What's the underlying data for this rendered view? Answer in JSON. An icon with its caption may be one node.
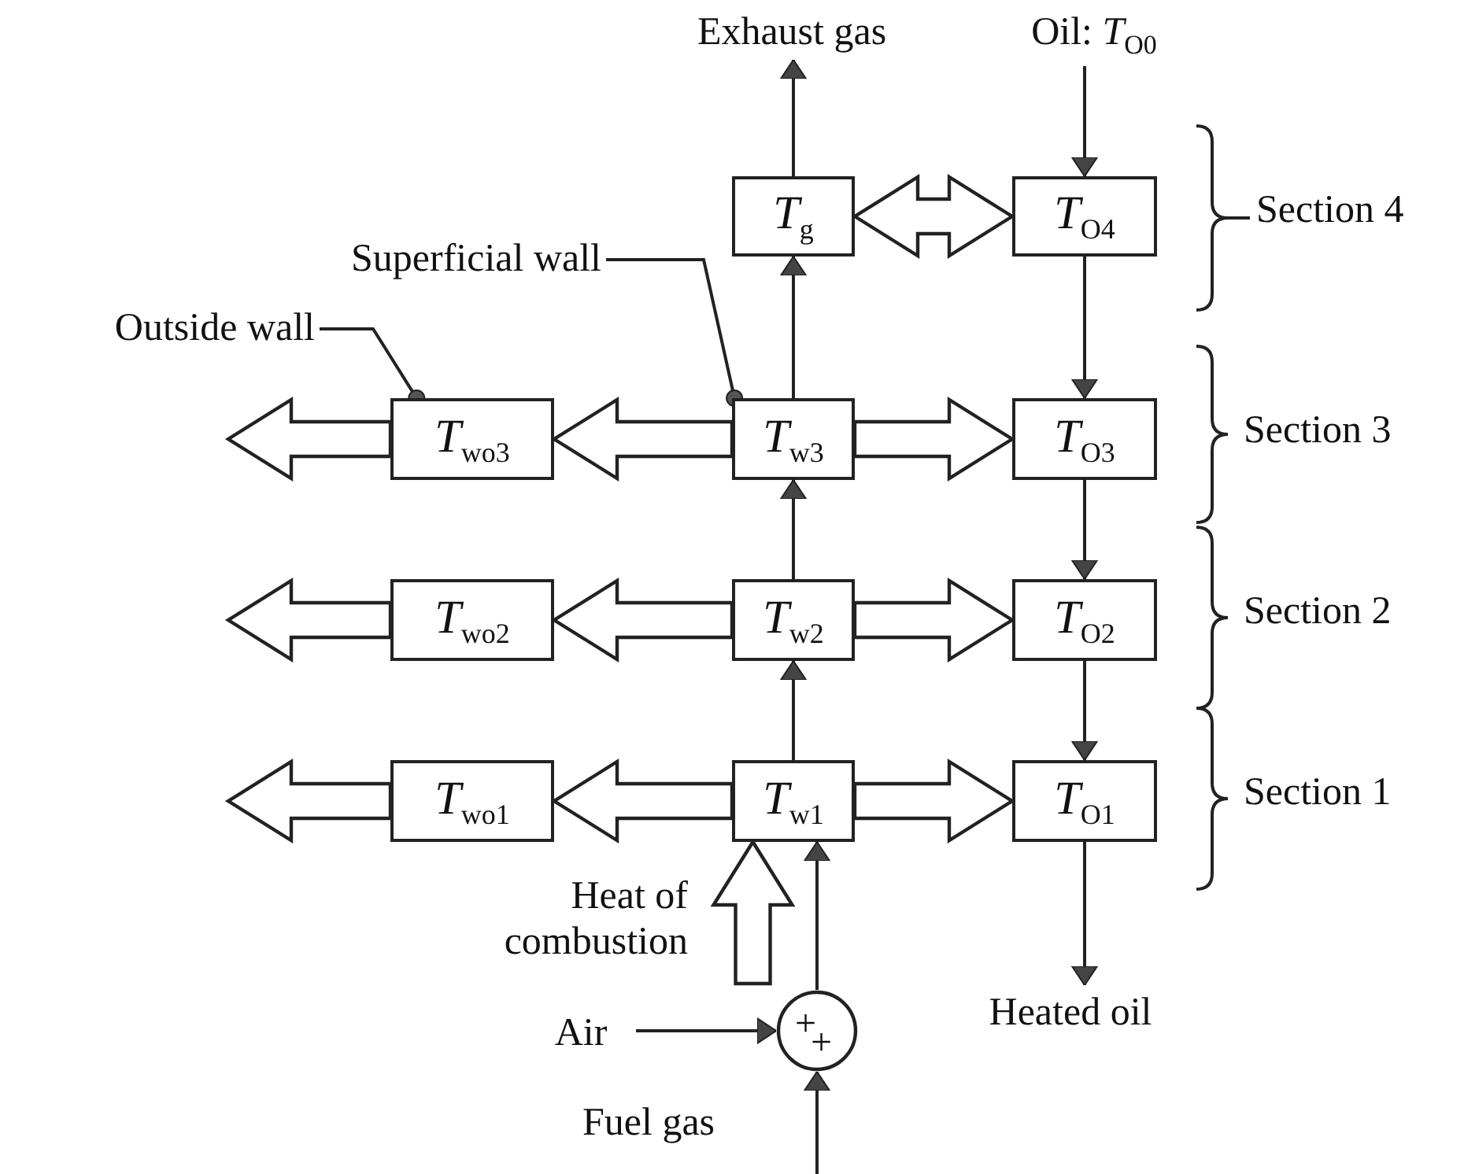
{
  "diagram": {
    "nodes": [
      {
        "text": [
          "Exhaust gas"
        ]
      },
      {
        "text": [
          "Oil: *T*$_{O0}$"
        ]
      },
      {
        "text": [
          "*T*$_{g}$"
        ]
      },
      {
        "text": [
          "*T*$_{O4}$"
        ]
      },
      {
        "text": [
          "Superficial wall"
        ]
      },
      {
        "text": [
          "Outside wall"
        ]
      },
      {
        "text": [
          "*T*$_{wo3}$"
        ]
      },
      {
        "text": [
          "*T*$_{w3}$"
        ]
      },
      {
        "text": [
          "*T*$_{O3}$"
        ]
      },
      {
        "text": [
          "*T*$_{wo2}$"
        ]
      },
      {
        "text": [
          "*T*$_{w2}$"
        ]
      },
      {
        "text": [
          "*T*$_{O2}$"
        ]
      },
      {
        "text": [
          "*T*$_{wo1}$"
        ]
      },
      {
        "text": [
          "*T*$_{w1}$"
        ]
      },
      {
        "text": [
          "*T*$_{O1}$"
        ]
      },
      {
        "text": [
          "Heat of combustion"
        ]
      },
      {
        "text": [
          "+",
          "+"
        ]
      },
      {
        "text": [
          "Heated oil"
        ]
      },
      {
        "text": [
          "Air"
        ]
      }
    ],
    "edges": [
      {
        "from": 2,
        "to": 0,
        "arrow": "to"
      },
      {
        "from": 1,
        "to": 3,
        "arrow": "to"
      },
      {
        "from": 2,
        "to": 3,
        "arrow": "both",
        "style": "thick"
      },
      {
        "from": 5,
        "to": 6,
        "arrow": "other"
      },
      {
        "from": 4,
        "to": 7,
        "arrow": "other"
      },
      {
        "from": 7,
        "to": 6,
        "arrow": "to",
        "style": "thick"
      },
      {
        "from": 6,
        "to": null,
        "arrow": "to",
        "style": "thick"
      },
      {
        "from": 7,
        "to": 8,
        "arrow": "to",
        "style": "thick"
      },
      {
        "from": 7,
        "to": 2,
        "arrow": "to"
      },
      {
        "from": 3,
        "to": 8,
        "arrow": "to"
      },
      {
        "from": 10,
        "to": 9,
        "arrow": "to",
        "style": "thick"
      },
      {
        "from": 9,
        "to": null,
        "arrow": "to",
        "style": "thick"
      },
      {
        "from": 10,
        "to": 11,
        "arrow": "to",
        "style": "thick"
      },
      {
        "from": 10,
        "to": 7,
        "arrow": "to"
      },
      {
        "from": 8,
        "to": 11,
        "arrow": "to"
      },
      {
        "from": 13,
        "to": 12,
        "arrow": "to",
        "style": "thick"
      },
      {
        "from": 12,
        "to": null,
        "arrow": "to",
        "style": "thick"
      },
      {
        "from": 13,
        "to": 14,
        "arrow": "to",
        "style": "thick"
      },
      {
        "from": 13,
        "to": 10,
        "arrow": "to"
      },
      {
        "from": 11,
        "to": 14,
        "arrow": "to"
      },
      {
        "from": 15,
        "to": 13,
        "arrow": "to",
        "style": "thick"
      },
      {
        "from": 16,
        "to": 13,
        "arrow": "to"
      },
      {
        "from": 14,
        "to": 17,
        "arrow": "to"
      },
      {
        "from": 18,
        "to": 16,
        "arrow": "to"
      },
      {
        "from": null,
        "to": 16,
        "arrow": "to"
      }
    ],
    "labels": [
      "Section 4",
      "Section 3",
      "Section 2",
      "Section 1",
      "Fuel gas"
    ]
  }
}
